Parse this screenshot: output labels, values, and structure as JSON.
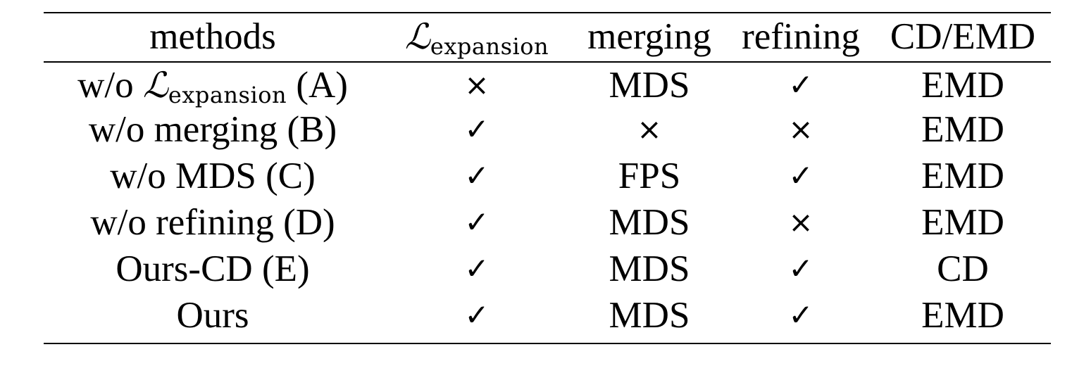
{
  "header": {
    "methods": "methods",
    "loss_symbol": "ℒ",
    "loss_subscript": "expansion",
    "merging": "merging",
    "refining": "refining",
    "distance": "CD/EMD"
  },
  "rows": [
    {
      "method_prefix": "w/o ",
      "method_symbol": "ℒ",
      "method_subscript": "expansion",
      "method_suffix": " (A)",
      "loss": "×",
      "merging": "MDS",
      "refining": "✓",
      "distance": "EMD"
    },
    {
      "method": "w/o merging (B)",
      "loss": "✓",
      "merging": "×",
      "refining": "×",
      "distance": "EMD"
    },
    {
      "method": "w/o MDS (C)",
      "loss": "✓",
      "merging": "FPS",
      "refining": "✓",
      "distance": "EMD"
    },
    {
      "method": "w/o refining (D)",
      "loss": "✓",
      "merging": "MDS",
      "refining": "×",
      "distance": "EMD"
    },
    {
      "method": "Ours-CD (E)",
      "loss": "✓",
      "merging": "MDS",
      "refining": "✓",
      "distance": "CD"
    },
    {
      "method": "Ours",
      "loss": "✓",
      "merging": "MDS",
      "refining": "✓",
      "distance": "EMD"
    }
  ]
}
